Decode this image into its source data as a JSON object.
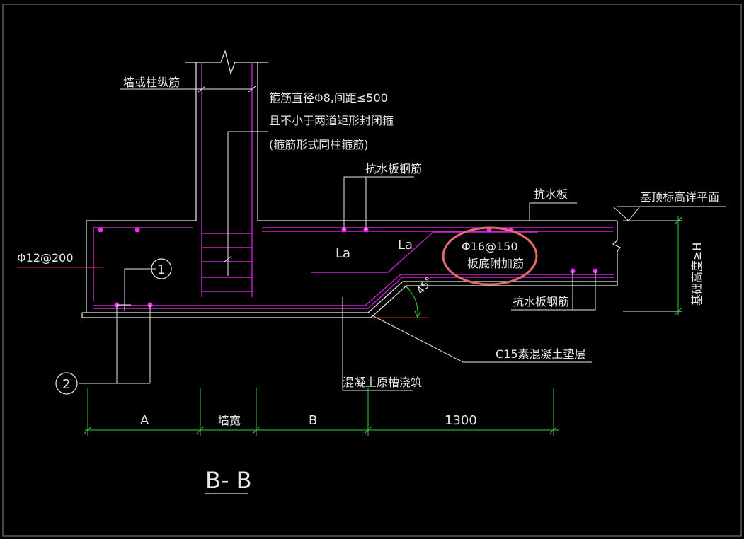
{
  "drawing": {
    "colors": {
      "background": "#000000",
      "outline": "#e8e8e8",
      "rebar": "#d020d0",
      "rebar_dot": "#ff2aff",
      "dimension": "#33cc33",
      "highlight_circle": "#e86a6a",
      "red_line": "#dd2222",
      "border": "#666666"
    },
    "labels": {
      "wall_column_rebar": "墙或柱纵筋",
      "stirrup_line1": "箍筋直径Φ8,间距≤500",
      "stirrup_line2": "且不小于两道矩形封闭箍",
      "stirrup_line3": "(箍筋形式同柱箍筋)",
      "waterproof_rebar_top": "抗水板钢筋",
      "waterproof_plate": "抗水板",
      "foundation_top_elev": "基顶标高详平面",
      "side_rebar": "Φ12@200",
      "la_left": "La",
      "la_right": "La",
      "extra_rebar_spec": "Φ16@150",
      "extra_rebar_name": "板底附加筋",
      "waterproof_rebar_bottom": "抗水板钢筋",
      "angle": "45°",
      "foundation_height": "基础高度≥H",
      "c15_layer": "C15素混凝土垫层",
      "concrete_cast": "混凝土原槽浇筑",
      "marker_1": "1",
      "marker_2": "2",
      "dim_a": "A",
      "dim_wall": "墙宽",
      "dim_b": "B",
      "dim_1300": "1300",
      "section_title": "B- B"
    }
  }
}
